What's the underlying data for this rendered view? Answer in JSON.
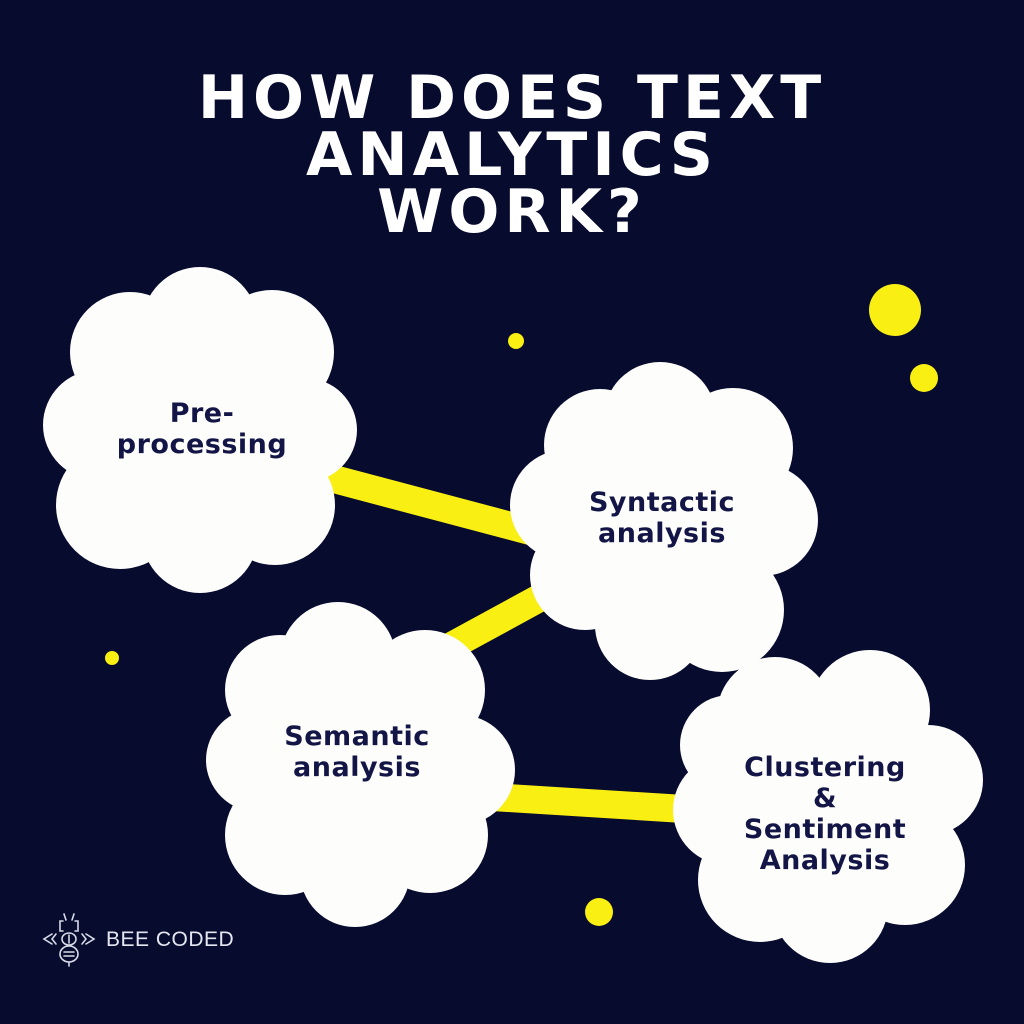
{
  "title": {
    "line1": "HOW DOES TEXT",
    "line2": "ANALYTICS",
    "line3": "WORK?"
  },
  "steps": [
    {
      "lines": [
        "Pre-",
        "processing"
      ]
    },
    {
      "lines": [
        "Syntactic",
        "analysis"
      ]
    },
    {
      "lines": [
        "Semantic",
        "analysis"
      ]
    },
    {
      "lines": [
        "Clustering",
        "&",
        "Sentiment",
        "Analysis"
      ]
    }
  ],
  "brand": {
    "name": "BEE CODED",
    "icon": "bee-logo-icon"
  },
  "colors": {
    "background": "#070b2e",
    "cloud": "#fdfdfb",
    "connector": "#f9ef12",
    "text_dark": "#121545",
    "title": "#ffffff"
  }
}
